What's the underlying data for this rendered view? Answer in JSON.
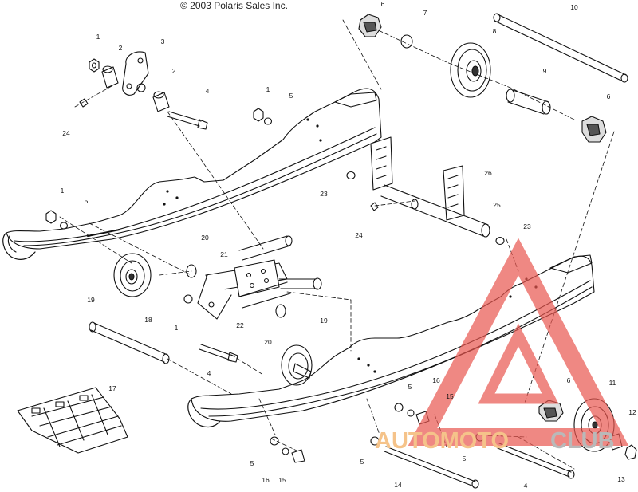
{
  "copyright": "© 2003 Polaris Sales Inc.",
  "callouts": [
    "1",
    "2",
    "3",
    "2",
    "4",
    "1",
    "5",
    "24",
    "1",
    "5",
    "6",
    "7",
    "8",
    "10",
    "9",
    "6",
    "23",
    "26",
    "25",
    "24",
    "23",
    "20",
    "21",
    "19",
    "1",
    "22",
    "18",
    "20",
    "4",
    "19",
    "17",
    "5",
    "16",
    "15",
    "6",
    "11",
    "12",
    "13",
    "14",
    "4",
    "5",
    "16",
    "15",
    "5",
    "5"
  ],
  "watermark": {
    "word_a": "AUTOMOTO",
    "word_b": "CLUB",
    "color_a": "#f5c38a",
    "color_b": "#b9b9b9",
    "logo_color": "#e8554f"
  }
}
